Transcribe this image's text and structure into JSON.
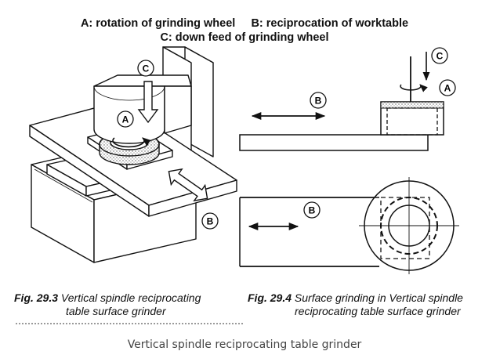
{
  "legend": {
    "line1_a": "A: rotation of grinding wheel",
    "line1_b": "B: reciprocation of worktable",
    "line2": "C: down feed of grinding wheel"
  },
  "labels": {
    "a": "A",
    "b": "B",
    "c": "C"
  },
  "fig_29_3": {
    "number": "Fig. 29.3",
    "title_line1": "Vertical spindle reciprocating",
    "title_line2": "table surface grinder"
  },
  "fig_29_4": {
    "number": "Fig. 29.4",
    "title_line1": "Surface grinding in Vertical spindle",
    "title_line2": "reciprocating table surface grinder"
  },
  "caption": "Vertical spindle reciprocating table grinder"
}
